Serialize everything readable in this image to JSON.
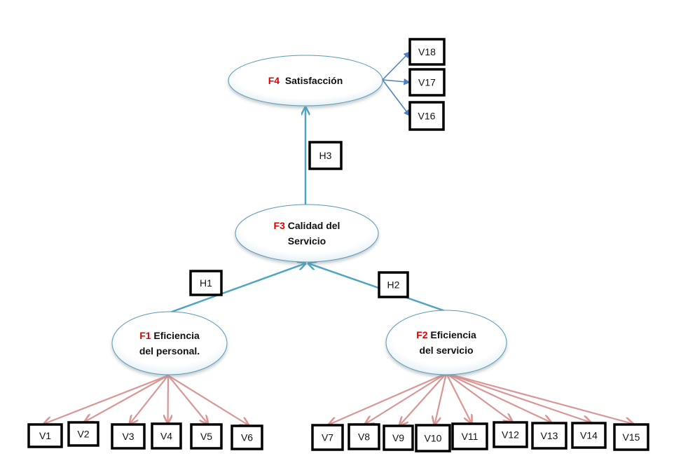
{
  "colors": {
    "factor_link": "#4ea5c1",
    "f4_link": "#4f81bd",
    "indicator_link": "#d99694",
    "code_text": "#e00000",
    "ellipse_stroke": "#5a9bb6"
  },
  "factors": {
    "F4": {
      "code": "F4",
      "lines": [
        "Satisfacción"
      ]
    },
    "F3": {
      "code": "F3",
      "lines": [
        "Calidad del",
        "Servicio"
      ]
    },
    "F1": {
      "code": "F1",
      "lines": [
        "Eficiencia",
        "del personal."
      ]
    },
    "F2": {
      "code": "F2",
      "lines": [
        "Eficiencia",
        "del servicio"
      ]
    }
  },
  "hypotheses": [
    {
      "label": "H1",
      "from": "F1",
      "to": "F3"
    },
    {
      "label": "H2",
      "from": "F2",
      "to": "F3"
    },
    {
      "label": "H3",
      "from": "F3",
      "to": "F4"
    }
  ],
  "indicators": {
    "F1": [
      "V1",
      "V2",
      "V3",
      "V4",
      "V5",
      "V6"
    ],
    "F2": [
      "V7",
      "V8",
      "V9",
      "V10",
      "V11",
      "V12",
      "V13",
      "V14",
      "V15"
    ],
    "F4": [
      "V18",
      "V17",
      "V16"
    ]
  }
}
